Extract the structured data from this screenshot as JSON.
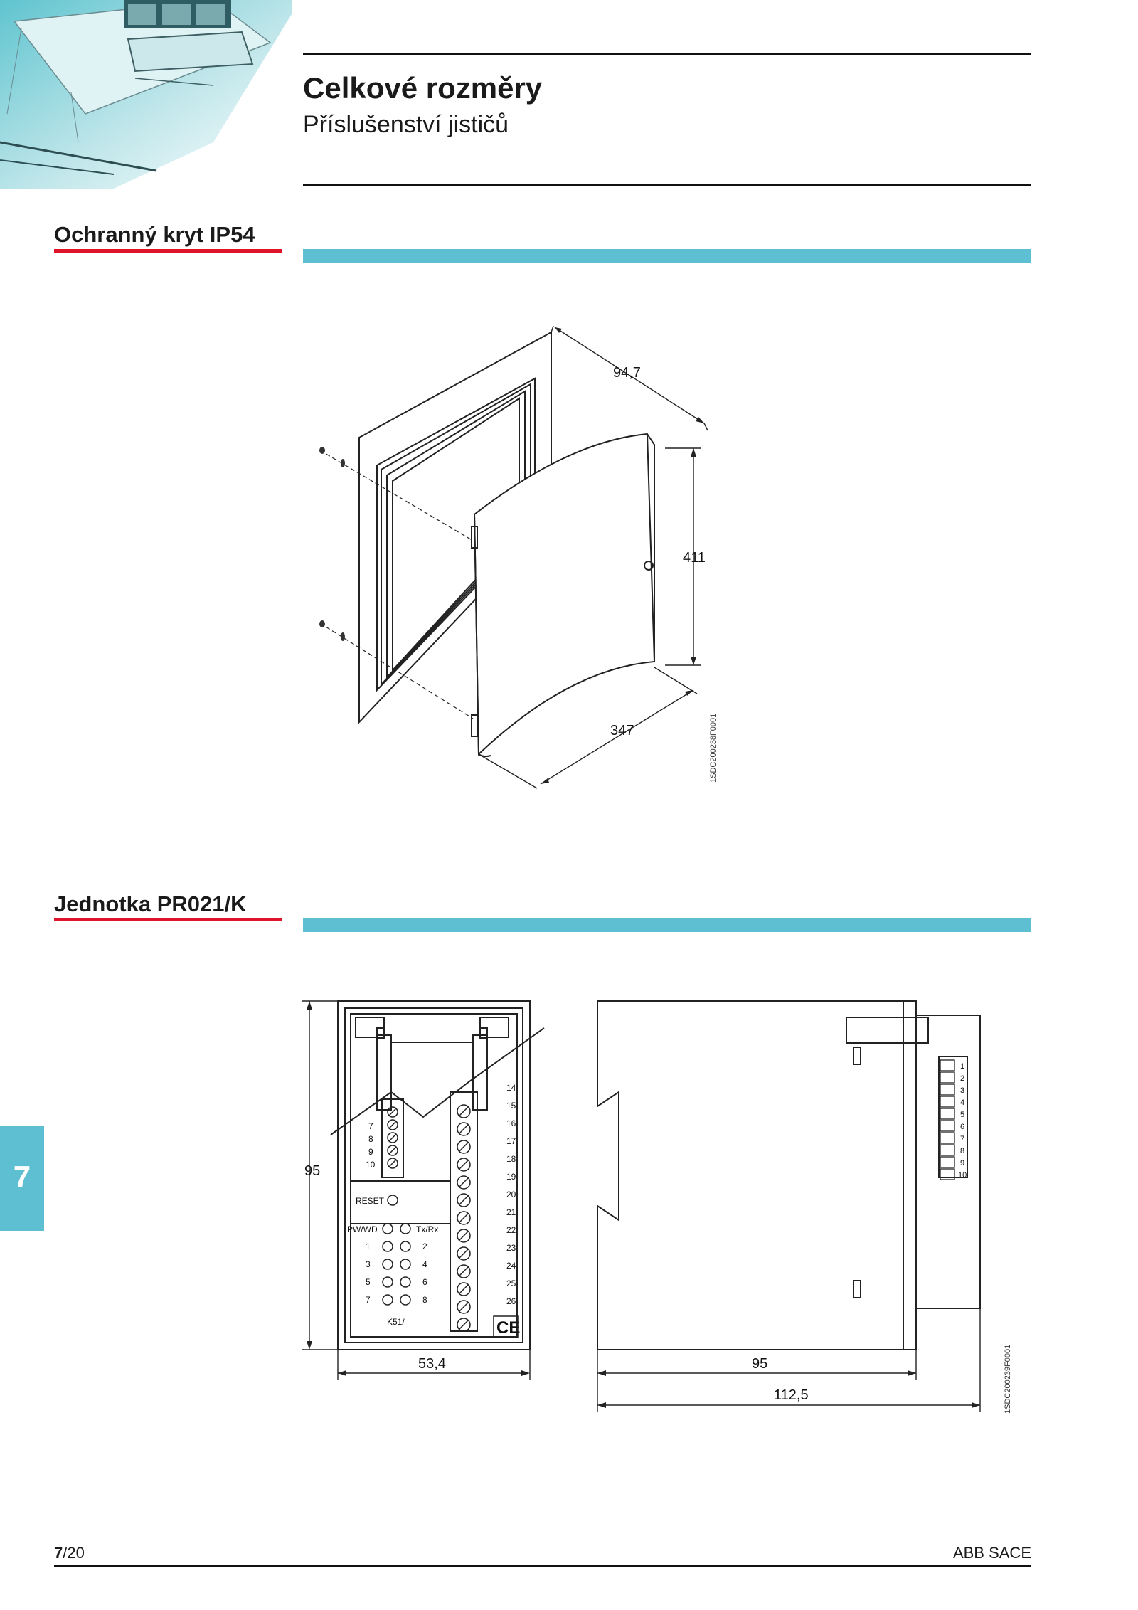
{
  "header": {
    "title": "Celkové rozměry",
    "subtitle": "Příslušenství jističů"
  },
  "sections": [
    {
      "title": "Ochranný kryt IP54",
      "dimensions": [
        "94,7",
        "411",
        "347"
      ],
      "drawing_code": "1SDC200238F0001"
    },
    {
      "title": "Jednotka PR021/K",
      "dimensions": [
        "95",
        "53,4",
        "95",
        "112,5"
      ],
      "drawing_code": "1SDC200239F0001",
      "panel_labels": {
        "reset": "RESET",
        "pwwd": "PW/WD",
        "txrx": "Tx/Rx",
        "model": "K51/",
        "ce": "CE",
        "left_terminals": [
          "7",
          "8",
          "9",
          "10"
        ],
        "right_terminals": [
          "14",
          "15",
          "16",
          "17",
          "18",
          "19",
          "20",
          "21",
          "22",
          "23",
          "24",
          "25",
          "26"
        ],
        "led_left": [
          "1",
          "3",
          "5",
          "7"
        ],
        "led_right": [
          "2",
          "4",
          "6",
          "8"
        ],
        "side_terminals": [
          "1",
          "2",
          "3",
          "4",
          "5",
          "6",
          "7",
          "8",
          "9",
          "10"
        ]
      }
    }
  ],
  "chapter": "7",
  "footer": {
    "page_num": "7",
    "page_total": "/20",
    "brand": "ABB SACE"
  }
}
